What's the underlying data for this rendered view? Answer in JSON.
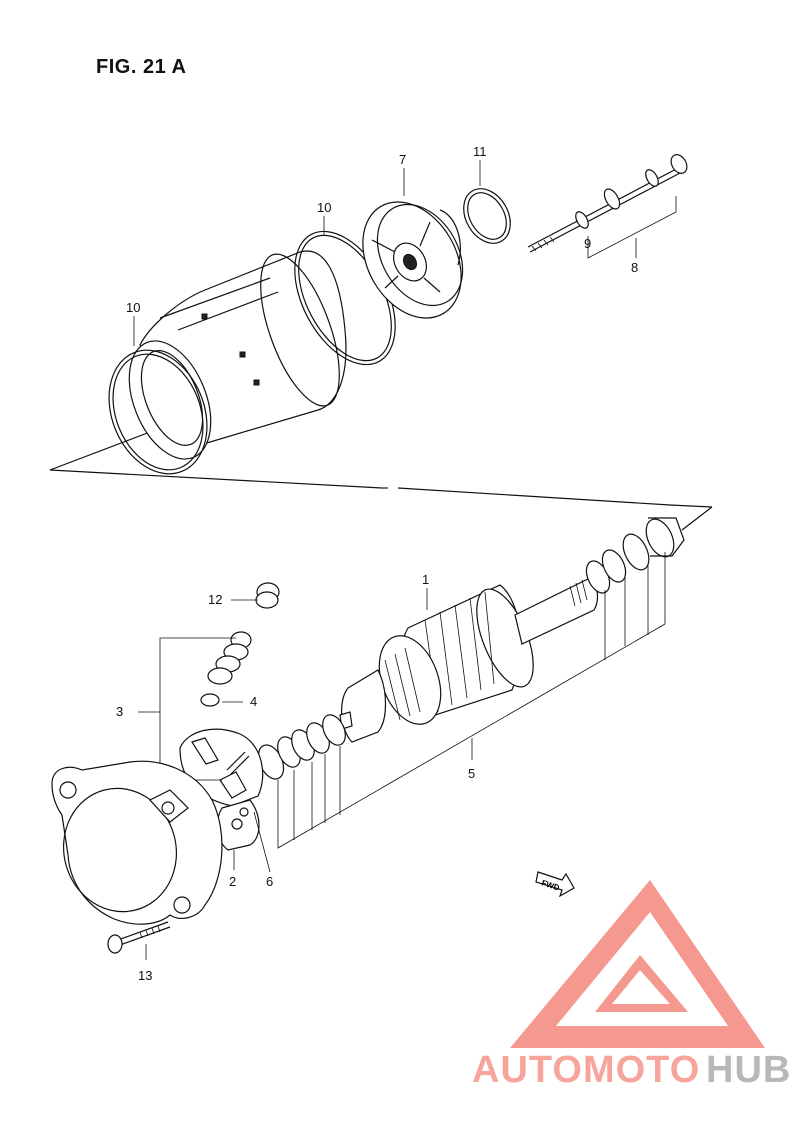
{
  "figure": {
    "title": "FIG. 21 A"
  },
  "callouts": {
    "c1": "1",
    "c2": "2",
    "c3": "3",
    "c4": "4",
    "c5": "5",
    "c6": "6",
    "c7": "7",
    "c8": "8",
    "c9": "9",
    "c10a": "10",
    "c10b": "10",
    "c11": "11",
    "c12": "12",
    "c13": "13"
  },
  "fwd_label": "FWD",
  "watermark": {
    "part1": "AUTOMOTO",
    "part2": "HUB",
    "color_primary": "#f7a59c",
    "color_secondary": "#f9b98c",
    "color_hub": "#b8b8b8"
  }
}
